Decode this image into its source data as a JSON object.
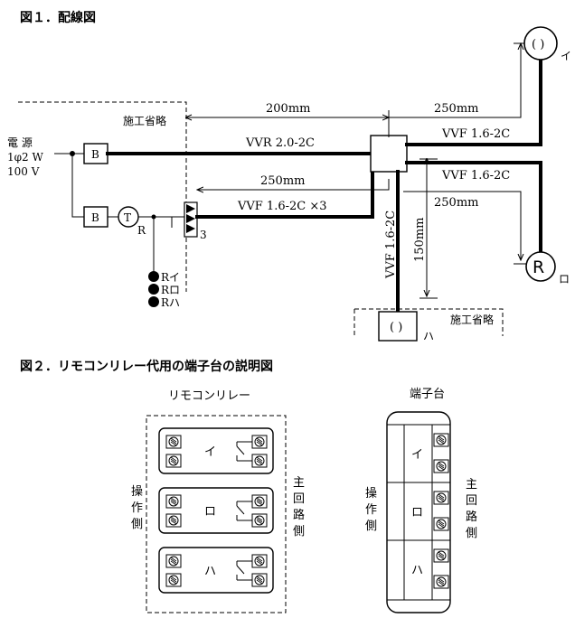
{
  "fig1": {
    "title": "図１．配線図",
    "omitted_left": "施工省略",
    "omitted_bottom": "施工省略",
    "source": [
      "電 源",
      "1φ2 W",
      "100 V"
    ],
    "breaker_b1": "B",
    "breaker_b2": "B",
    "transformer": "T",
    "transformer_sub": "R",
    "cable_main": "VVR 2.0-2C",
    "cable_to_i": "VVF 1.6-2C",
    "cable_to_ro": "VVF 1.6-2C",
    "cable_remote": "VVF 1.6-2C ×3",
    "cable_vertical": "VVF 1.6-2C",
    "dim_200": "200mm",
    "dim_250_top": "250mm",
    "dim_250_mid": "250mm",
    "dim_250_right": "250mm",
    "dim_150": "150mm",
    "terminal_count": "3",
    "lamp_i_label": "イ",
    "lamp_ro_symbol": "R",
    "lamp_ro_label": "ロ",
    "lamp_ha_label": "ハ",
    "switches": [
      "Rイ",
      "Rロ",
      "Rハ"
    ]
  },
  "fig2": {
    "title": "図２．リモコンリレー代用の端子台の説明図",
    "relay_title": "リモコンリレー",
    "terminal_title": "端子台",
    "side_left": "操作側",
    "side_right": "主回路側",
    "side_left2": "操作側",
    "side_right2": "主回路側",
    "relays": [
      "イ",
      "ロ",
      "ハ"
    ],
    "terminals": [
      "イ",
      "ロ",
      "ハ"
    ]
  }
}
